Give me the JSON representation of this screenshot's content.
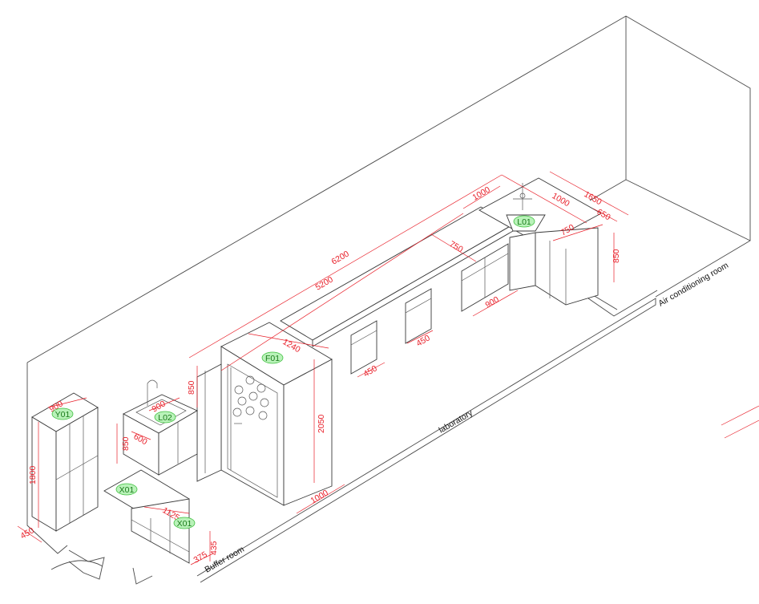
{
  "rooms": {
    "laboratory": "laboratory",
    "buffer": "Buffer room",
    "air": "Air conditioning room"
  },
  "tags": {
    "f01": "F01",
    "l01": "L01",
    "l02": "L02",
    "y01": "Y01",
    "x01a": "X01",
    "x01b": "X01"
  },
  "dimensions": {
    "d6200": "6200",
    "d5200": "5200",
    "d1000_top": "1000",
    "d1000_corner": "1000",
    "d1650": "1650",
    "d650": "650",
    "d750_corner": "750",
    "d750_bench": "750",
    "d850_right": "850",
    "d900_bench": "900",
    "d450_a": "450",
    "d450_b": "450",
    "d1240": "1240",
    "d2050": "2050",
    "d1000_shower": "1000",
    "d850_left": "850",
    "d900_sink": "900",
    "d600": "600",
    "d850_sink": "850",
    "d900_locker": "900",
    "d1800": "1800",
    "d450_locker": "450",
    "d1125": "1125",
    "d435": "435",
    "d375": "375"
  }
}
